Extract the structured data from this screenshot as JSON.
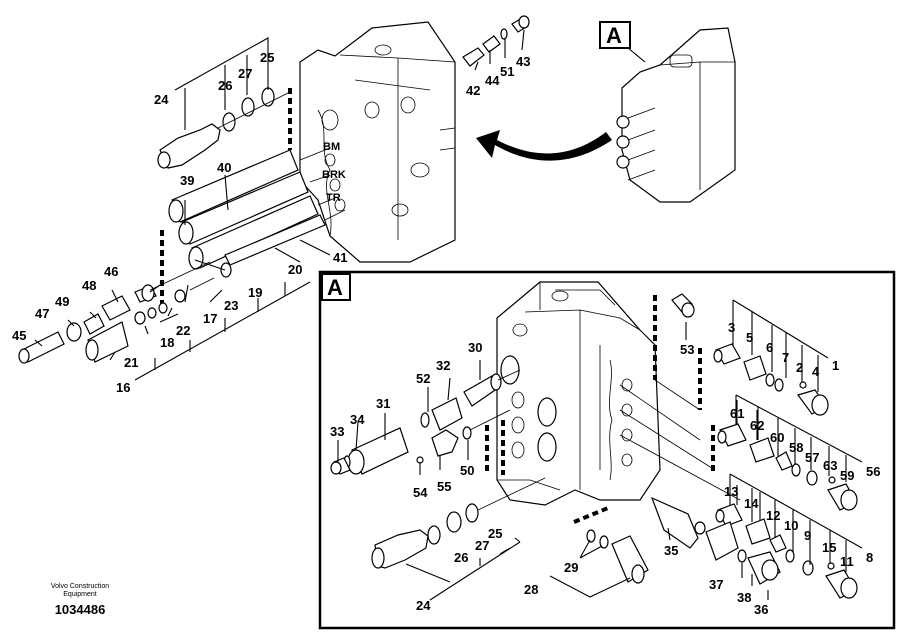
{
  "diagram": {
    "title": "Control valve exploded view",
    "view_tag": "A",
    "detail_tag": "A",
    "port_labels": [
      "BM",
      "BRK",
      "TR"
    ],
    "footer": {
      "brand_line1": "Volvo Construction",
      "brand_line2": "Equipment",
      "document_number": "1034486"
    },
    "callouts_main": [
      "24",
      "26",
      "27",
      "25",
      "42",
      "44",
      "51",
      "43",
      "39",
      "40",
      "41",
      "20",
      "46",
      "48",
      "49",
      "47",
      "45",
      "19",
      "23",
      "17",
      "22",
      "18",
      "21",
      "16"
    ],
    "callouts_detail": [
      "53",
      "3",
      "5",
      "6",
      "7",
      "2",
      "4",
      "1",
      "30",
      "32",
      "52",
      "31",
      "34",
      "33",
      "61",
      "62",
      "60",
      "58",
      "57",
      "63",
      "59",
      "56",
      "50",
      "54",
      "55",
      "13",
      "14",
      "12",
      "10",
      "9",
      "15",
      "11",
      "8",
      "35",
      "37",
      "38",
      "36",
      "25",
      "27",
      "26",
      "24",
      "29",
      "28"
    ]
  }
}
